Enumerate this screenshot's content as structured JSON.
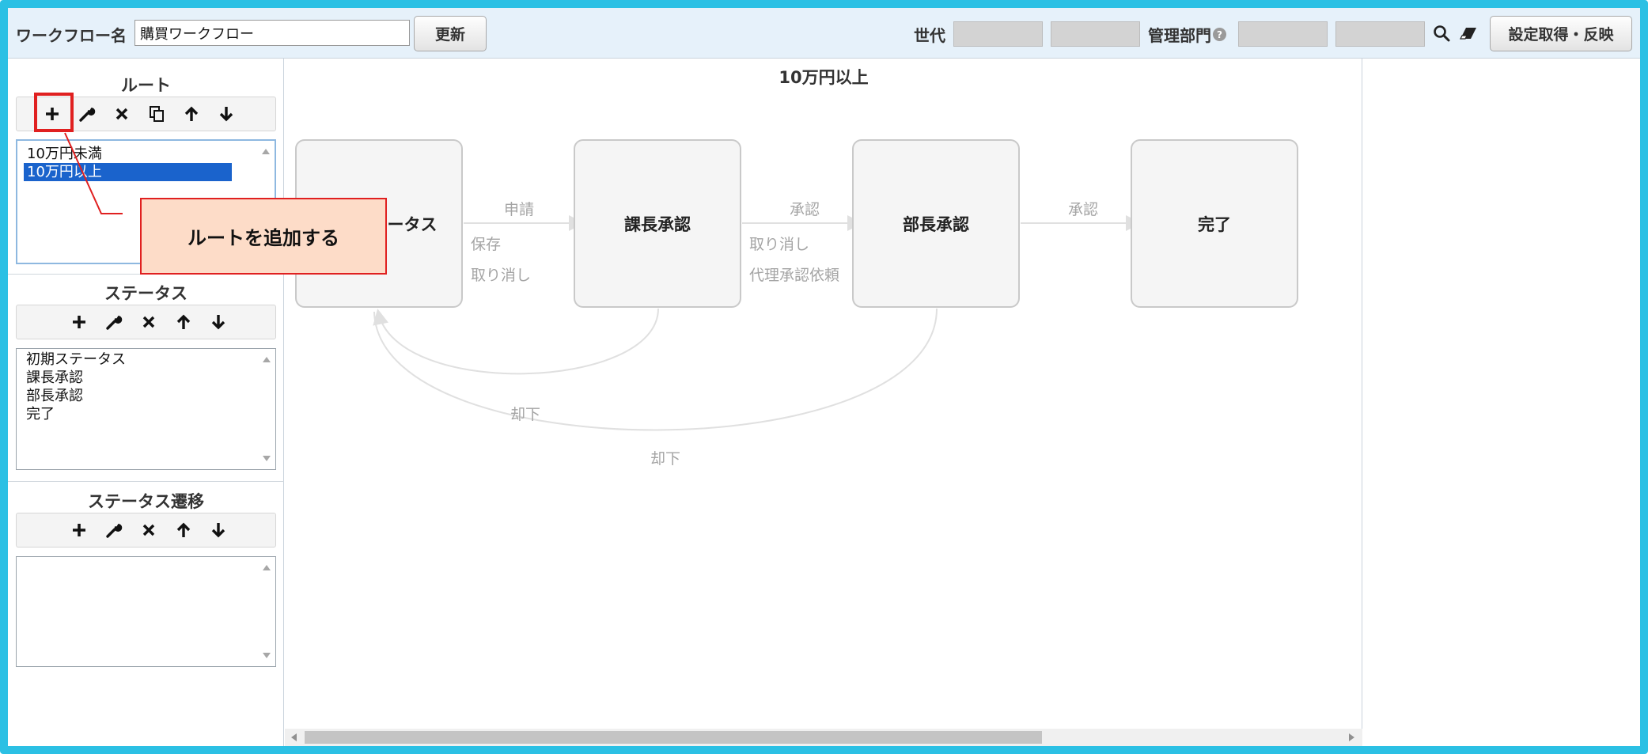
{
  "header": {
    "workflow_label": "ワークフロー名",
    "workflow_value": "購買ワークフロー",
    "update_button": "更新",
    "generation_label": "世代",
    "dept_label": "管理部門",
    "help_glyph": "?",
    "fetch_button": "設定取得・反映"
  },
  "route": {
    "title": "ルート",
    "items": [
      "10万円未満",
      "10万円以上"
    ],
    "selected_index": 1
  },
  "status": {
    "title": "ステータス",
    "items": [
      "初期ステータス",
      "課長承認",
      "部長承認",
      "完了"
    ]
  },
  "transition": {
    "title": "ステータス遷移",
    "items": []
  },
  "canvas": {
    "title": "10万円以上",
    "nodes": [
      "初期ステータス",
      "課長承認",
      "部長承認",
      "完了"
    ],
    "edges": {
      "e1_primary": "申請",
      "e1_save": "保存",
      "e1_cancel": "取り消し",
      "e2_primary": "承認",
      "e2_cancel": "取り消し",
      "e2_proxy": "代理承認依頼",
      "e3_primary": "承認",
      "reject1": "却下",
      "reject2": "却下"
    }
  },
  "annotation": {
    "callout": "ルートを追加する"
  },
  "colors": {
    "frame": "#2bc0e4",
    "header_bg": "#e6f1fa",
    "selected": "#1a63cc",
    "callout_bg": "#fddcc8",
    "callout_border": "#e02020"
  }
}
